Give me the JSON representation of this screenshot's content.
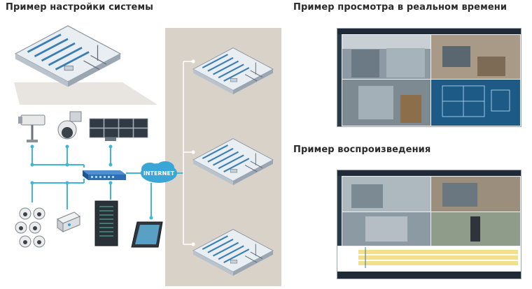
{
  "headings": {
    "setup": "Пример настройки системы",
    "live": "Пример просмотра в реальном времени",
    "playback": "Пример воспроизведения"
  },
  "network": {
    "internet_label": "INTERNET"
  },
  "colors": {
    "link": "#3fb6d8",
    "panel_bg": "#d9d2c9",
    "cloud": "#3aa6d6",
    "switch": "#2d6fb7"
  },
  "devices": [
    {
      "name": "box-camera-icon"
    },
    {
      "name": "ptz-dome-camera-icon"
    },
    {
      "name": "video-wall-monitors-icon"
    },
    {
      "name": "network-switch-icon"
    },
    {
      "name": "dome-cameras-group-icon"
    },
    {
      "name": "encoder-device-icon"
    },
    {
      "name": "server-rack-icon"
    },
    {
      "name": "tablet-icon"
    }
  ]
}
